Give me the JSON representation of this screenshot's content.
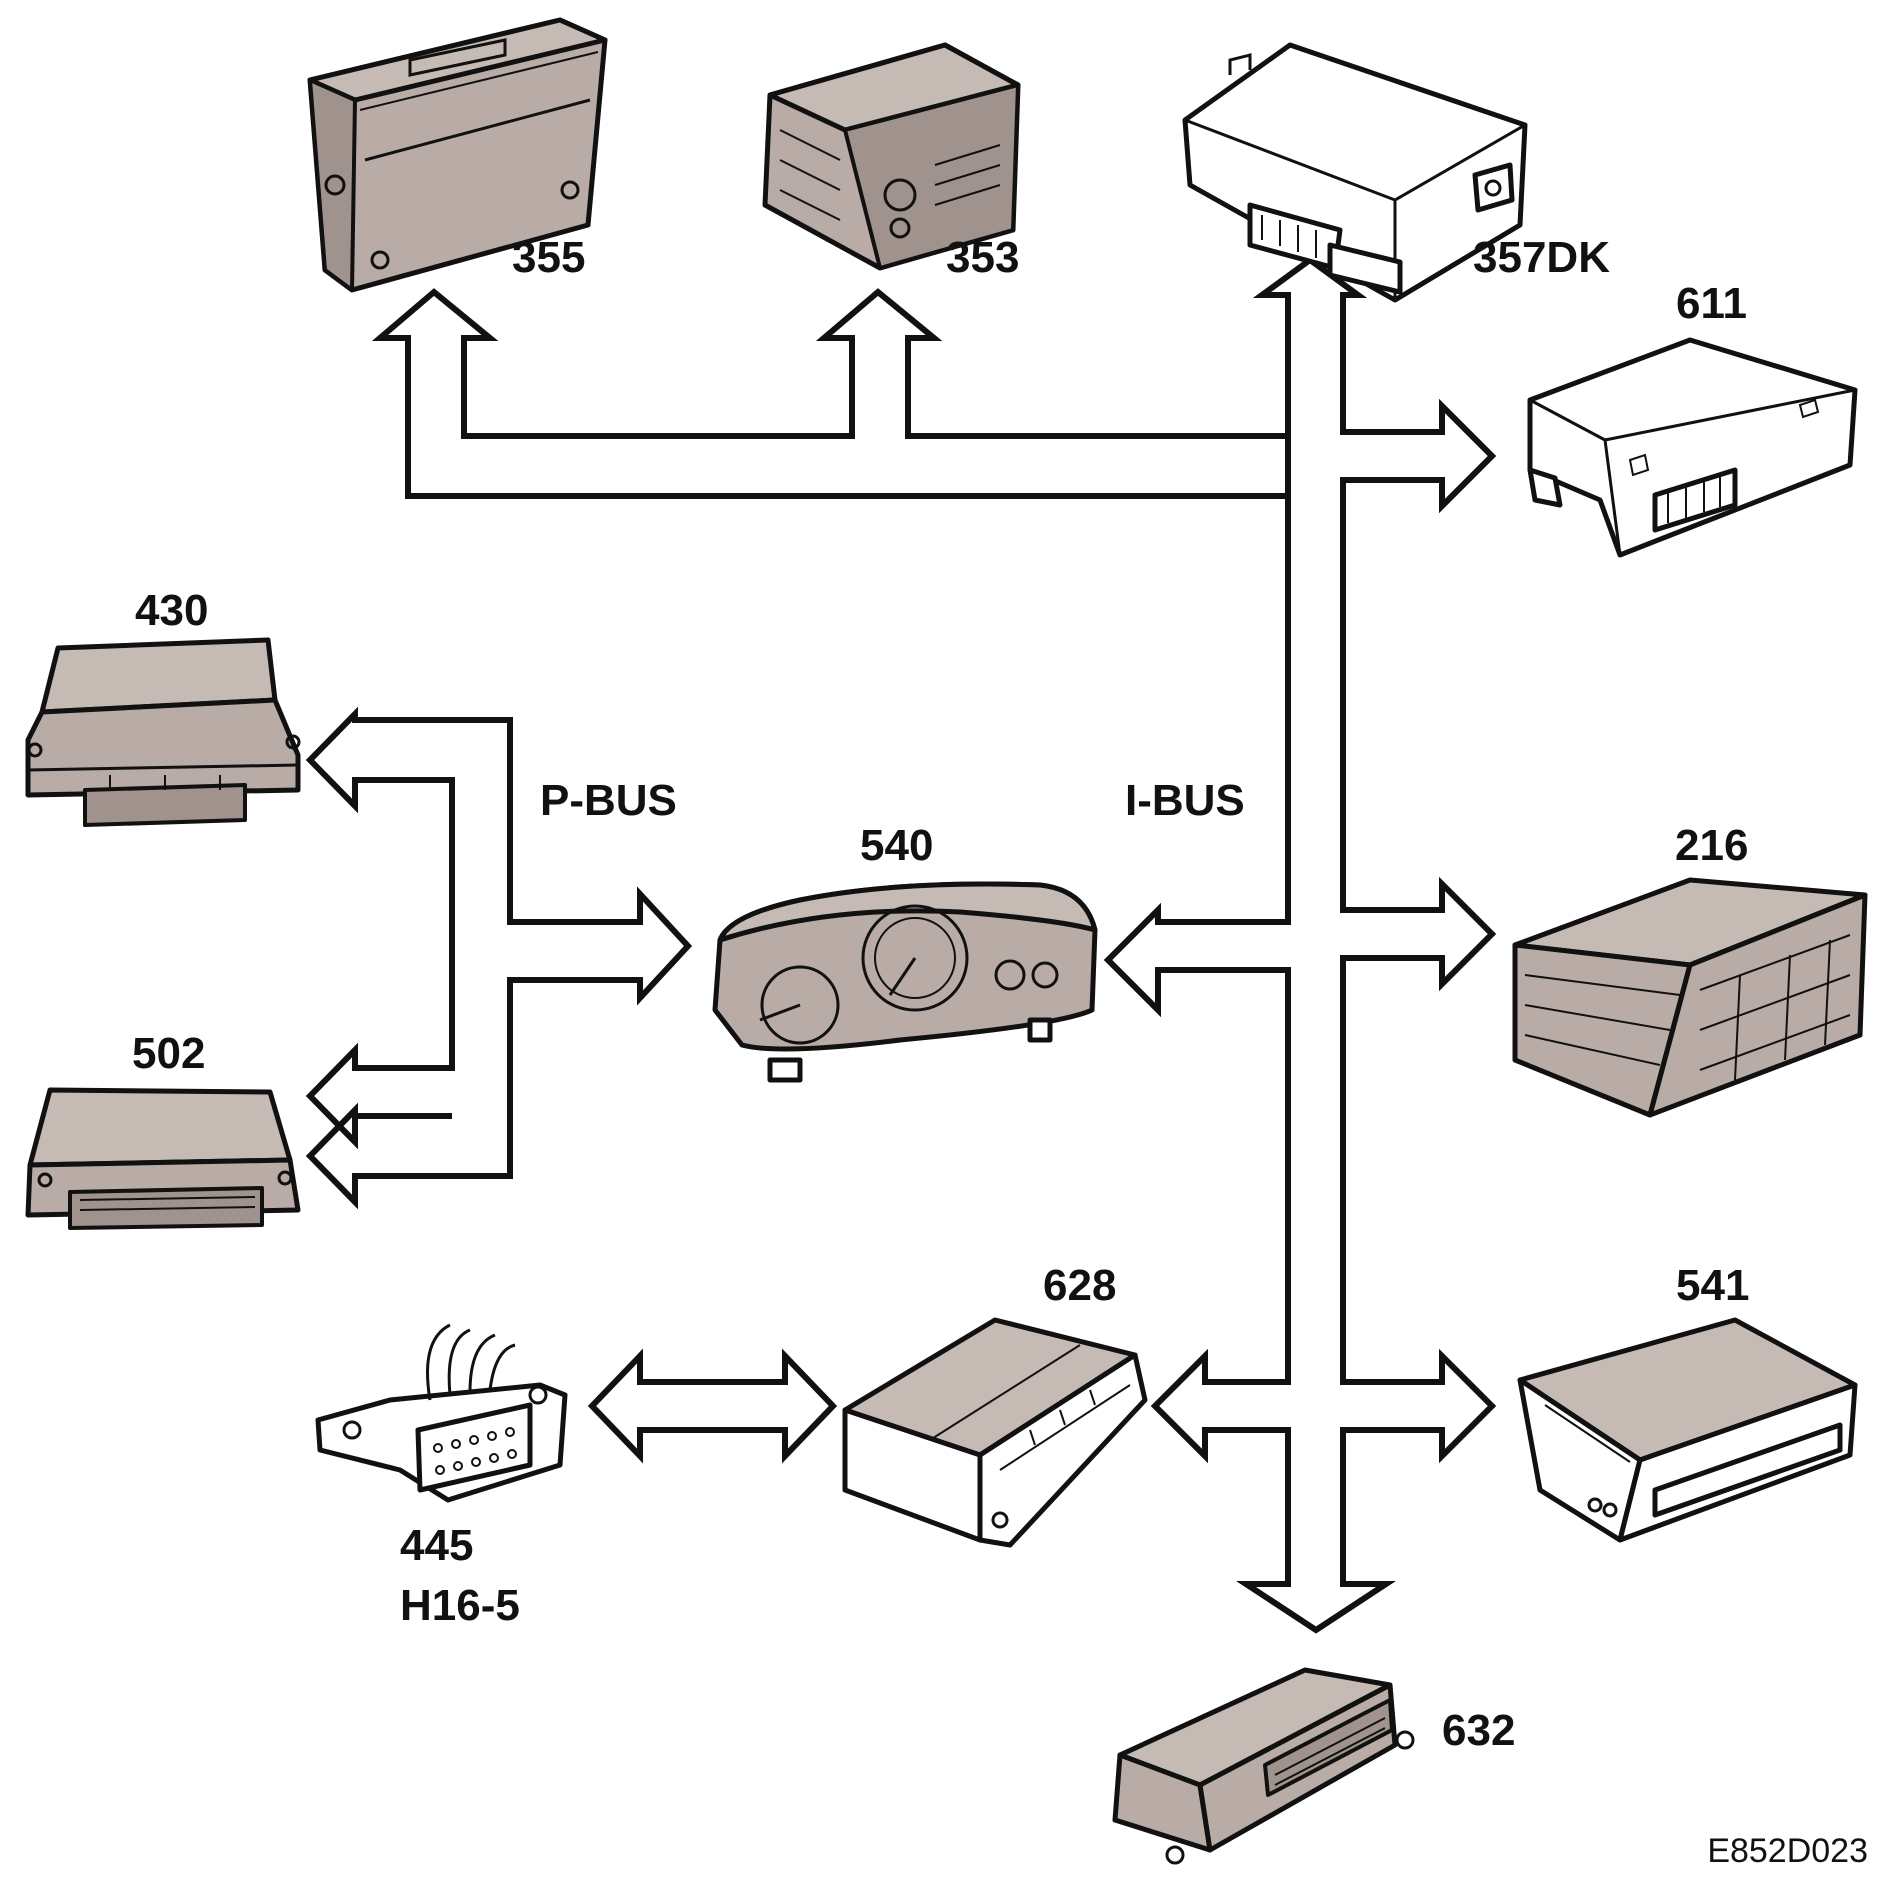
{
  "labels": {
    "u355": "355",
    "u353": "353",
    "u357": "357DK",
    "u611": "611",
    "u430": "430",
    "u502": "502",
    "u540": "540",
    "u216": "216",
    "u628": "628",
    "u541": "541",
    "u445a": "445",
    "u445b": "H16-5",
    "u632": "632",
    "pbus": "P-BUS",
    "ibus": "I-BUS",
    "figure_code": "E852D023"
  },
  "colors": {
    "unit_fill": "#b9aca6",
    "unit_top": "#c6bab4",
    "outline": "#111111",
    "bus_fill": "#ffffff"
  }
}
